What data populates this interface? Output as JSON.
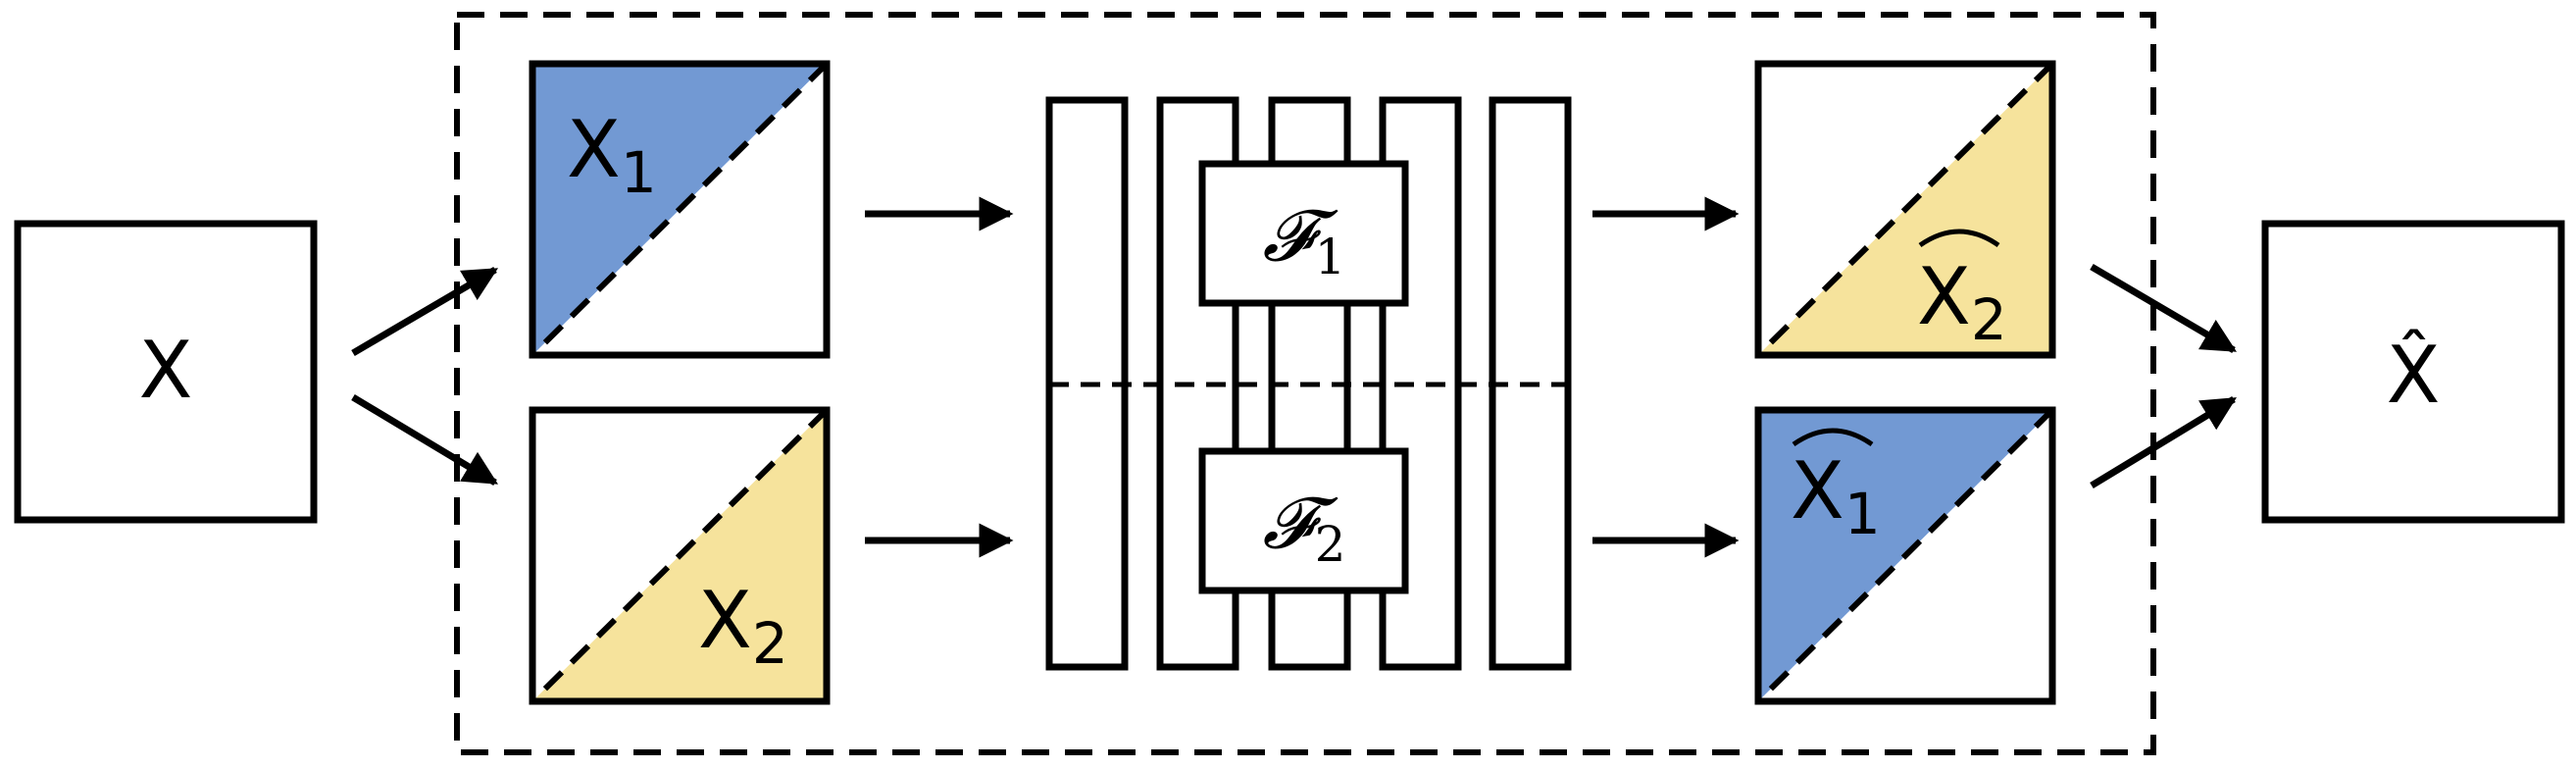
{
  "input_label": "X",
  "output_label": "X̂",
  "splits": {
    "top": {
      "label": "X",
      "sub": "1"
    },
    "bottom": {
      "label": "X",
      "sub": "2"
    }
  },
  "functions": {
    "f1": {
      "symbol": "𝓕",
      "sub": "1"
    },
    "f2": {
      "symbol": "𝓕",
      "sub": "2"
    }
  },
  "reconstructions": {
    "top": {
      "label": "X",
      "sub": "2"
    },
    "bottom": {
      "label": "X",
      "sub": "1"
    }
  },
  "colors": {
    "blue": "#7299d3",
    "yellow": "#f6e39c",
    "stroke": "#000000"
  }
}
